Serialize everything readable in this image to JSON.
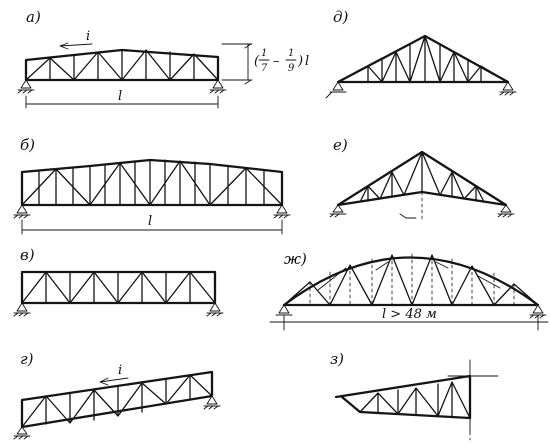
{
  "panels": [
    {
      "id": "a",
      "label": "а)"
    },
    {
      "id": "b",
      "label": "б)"
    },
    {
      "id": "v",
      "label": "в)"
    },
    {
      "id": "g",
      "label": "г)"
    },
    {
      "id": "d",
      "label": "д)"
    },
    {
      "id": "e",
      "label": "е)"
    },
    {
      "id": "zh",
      "label": "ж)"
    },
    {
      "id": "z",
      "label": "з)"
    }
  ],
  "annotations": {
    "span": "l",
    "slope": "i",
    "height_open": "(",
    "height_num1": "1",
    "height_den1": "7",
    "height_dash": "–",
    "height_num2": "1",
    "height_den2": "9",
    "height_close": ")",
    "height_l": "l",
    "arch_span": "l > 48 м"
  }
}
